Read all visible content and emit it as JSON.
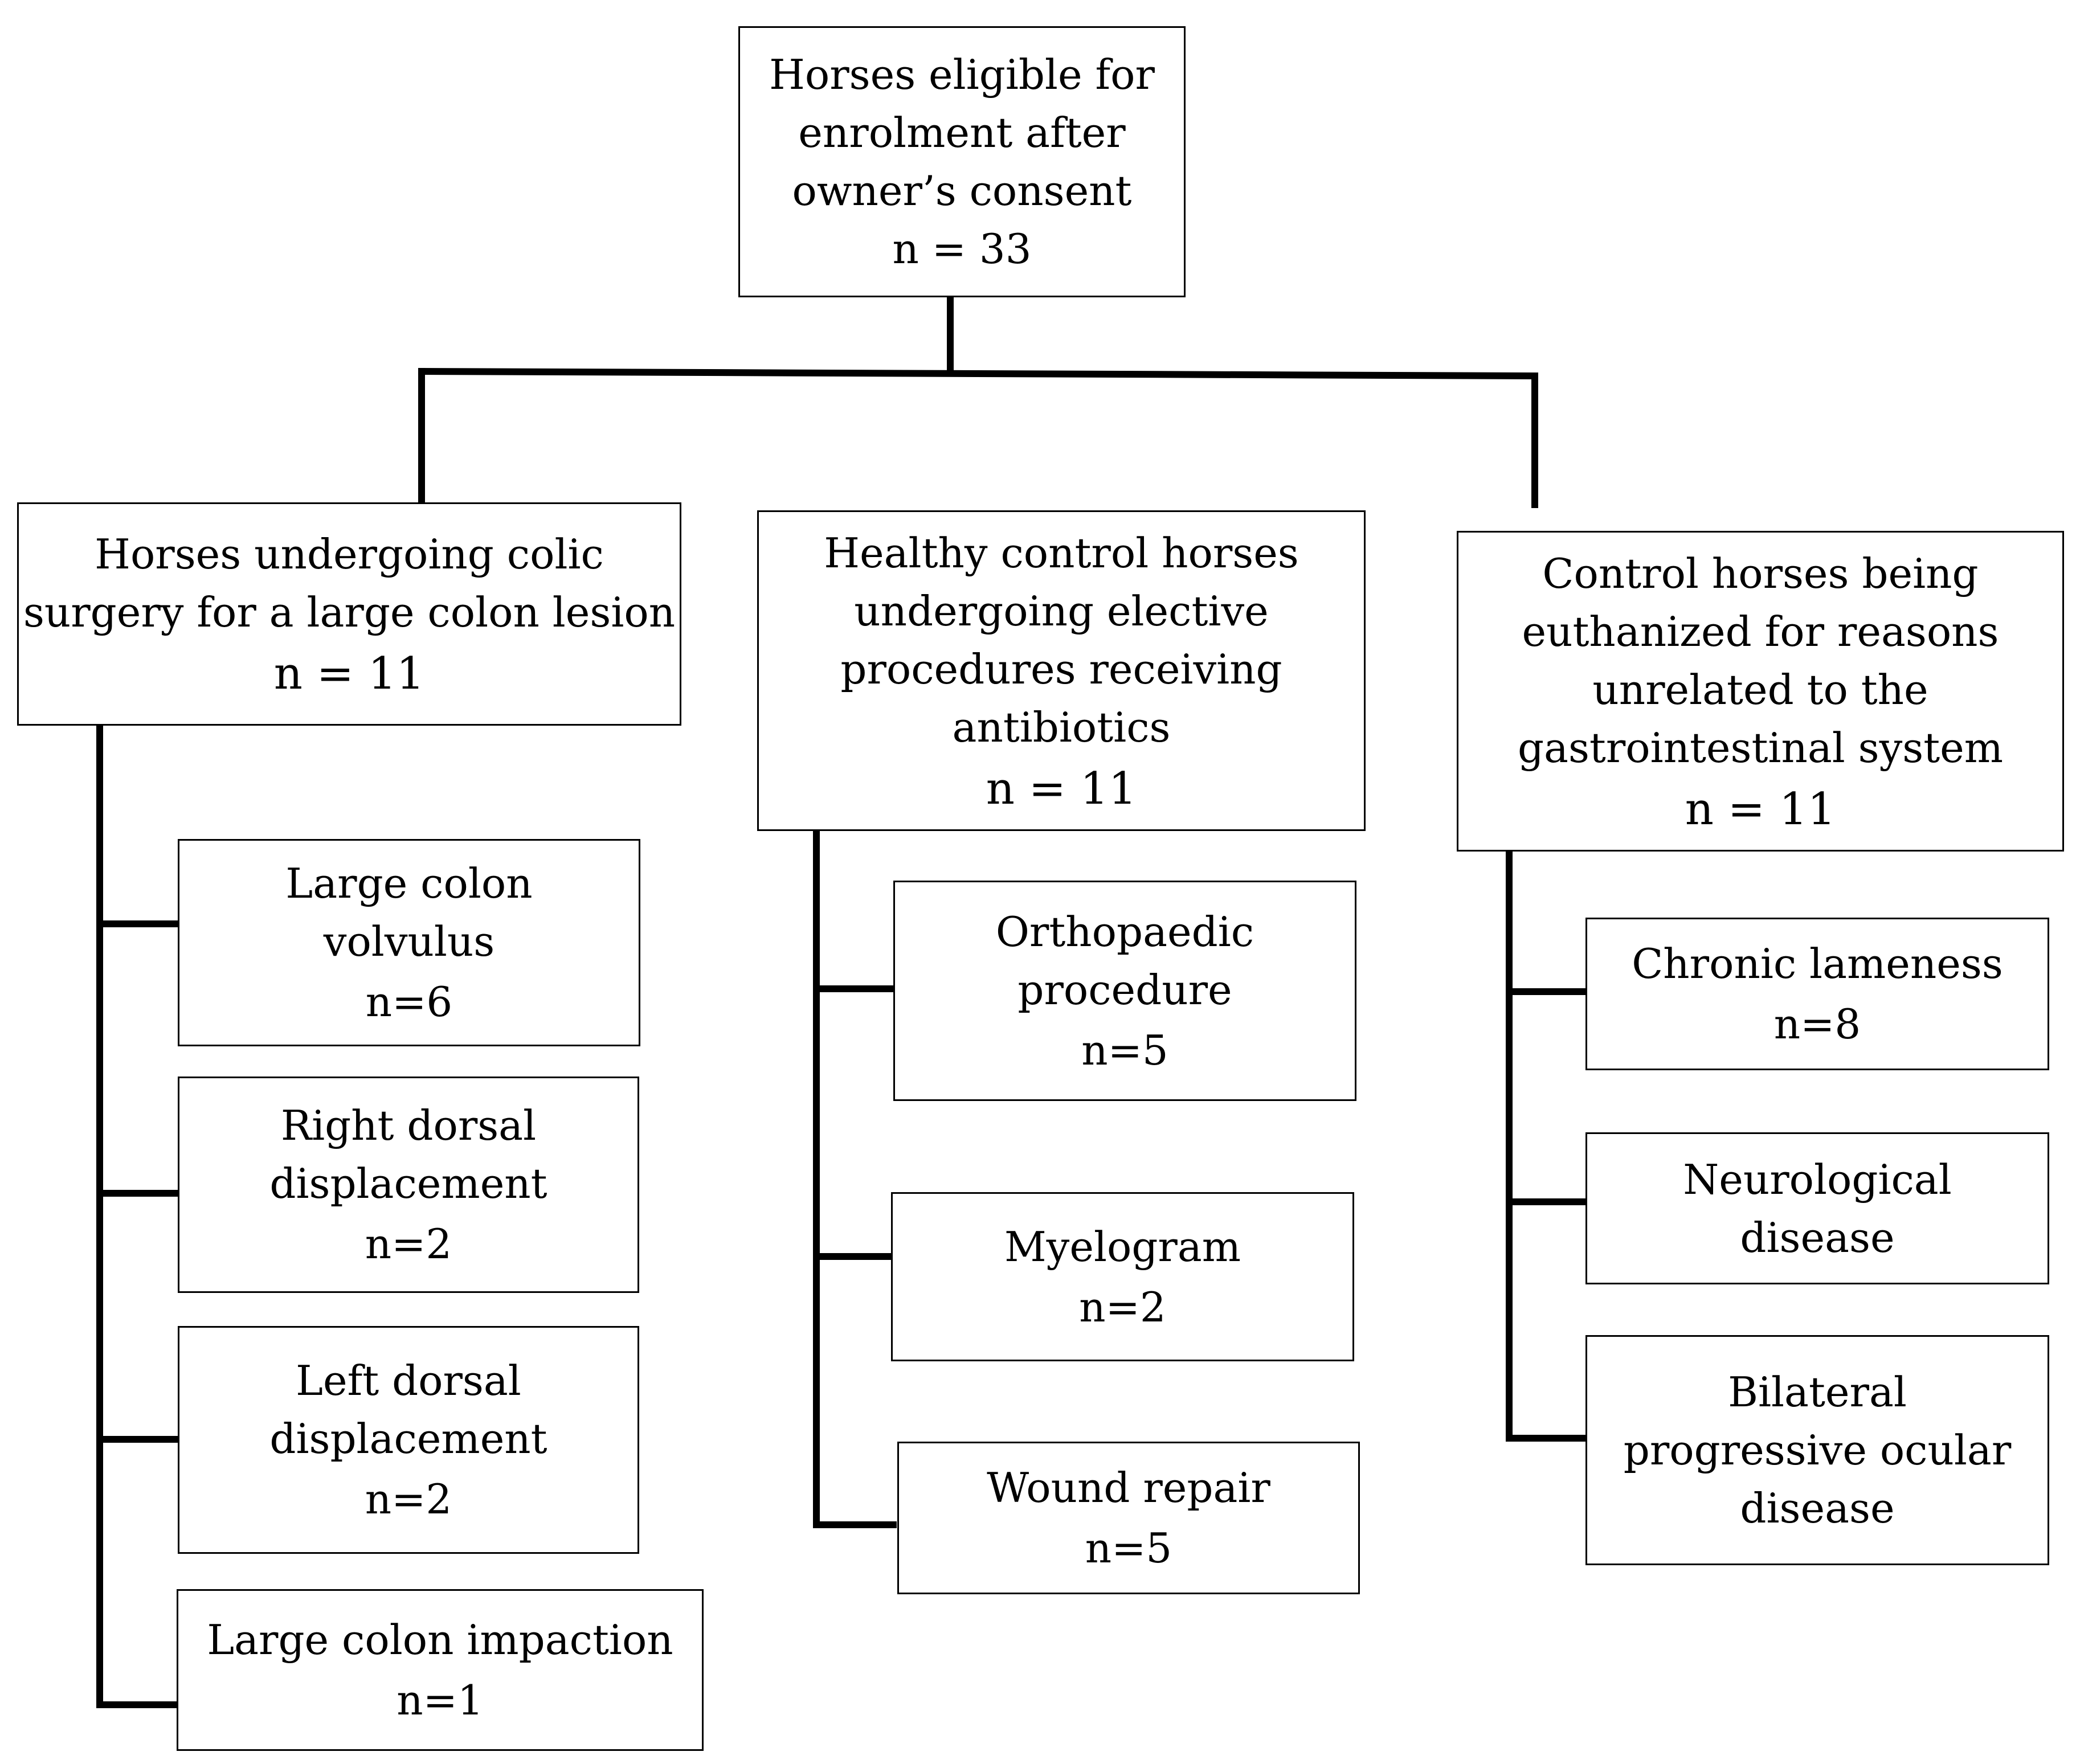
{
  "colors": {
    "line": "#000000",
    "box_border": "#000000",
    "background": "#ffffff"
  },
  "root": {
    "lines": [
      "Horses eligible for",
      "enrolment after",
      "owner’s consent"
    ],
    "count": "n = 33"
  },
  "groups": [
    {
      "lines": [
        "Horses undergoing colic",
        "surgery for a  large colon lesion"
      ],
      "count": "n = 11",
      "children": [
        {
          "lines": [
            "Large colon",
            "volvulus"
          ],
          "count": "n=6"
        },
        {
          "lines": [
            "Right dorsal",
            "displacement"
          ],
          "count": "n=2"
        },
        {
          "lines": [
            "Left dorsal",
            "displacement"
          ],
          "count": "n=2"
        },
        {
          "lines": [
            "Large colon impaction"
          ],
          "count": "n=1"
        }
      ]
    },
    {
      "lines": [
        "Healthy control horses",
        "undergoing elective",
        "procedures receiving",
        "antibiotics"
      ],
      "count": "n = 11",
      "children": [
        {
          "lines": [
            "Orthopaedic",
            "procedure"
          ],
          "count": "n=5"
        },
        {
          "lines": [
            "Myelogram"
          ],
          "count": "n=2"
        },
        {
          "lines": [
            "Wound repair"
          ],
          "count": "n=5"
        }
      ]
    },
    {
      "lines": [
        "Control horses being",
        "euthanized for reasons",
        "unrelated to the",
        "gastrointestinal system"
      ],
      "count": "n = 11",
      "children": [
        {
          "lines": [
            "Chronic lameness"
          ],
          "count": "n=8"
        },
        {
          "lines": [
            "Neurological",
            "disease"
          ]
        },
        {
          "lines": [
            "Bilateral",
            "progressive ocular",
            "disease"
          ]
        }
      ]
    }
  ]
}
